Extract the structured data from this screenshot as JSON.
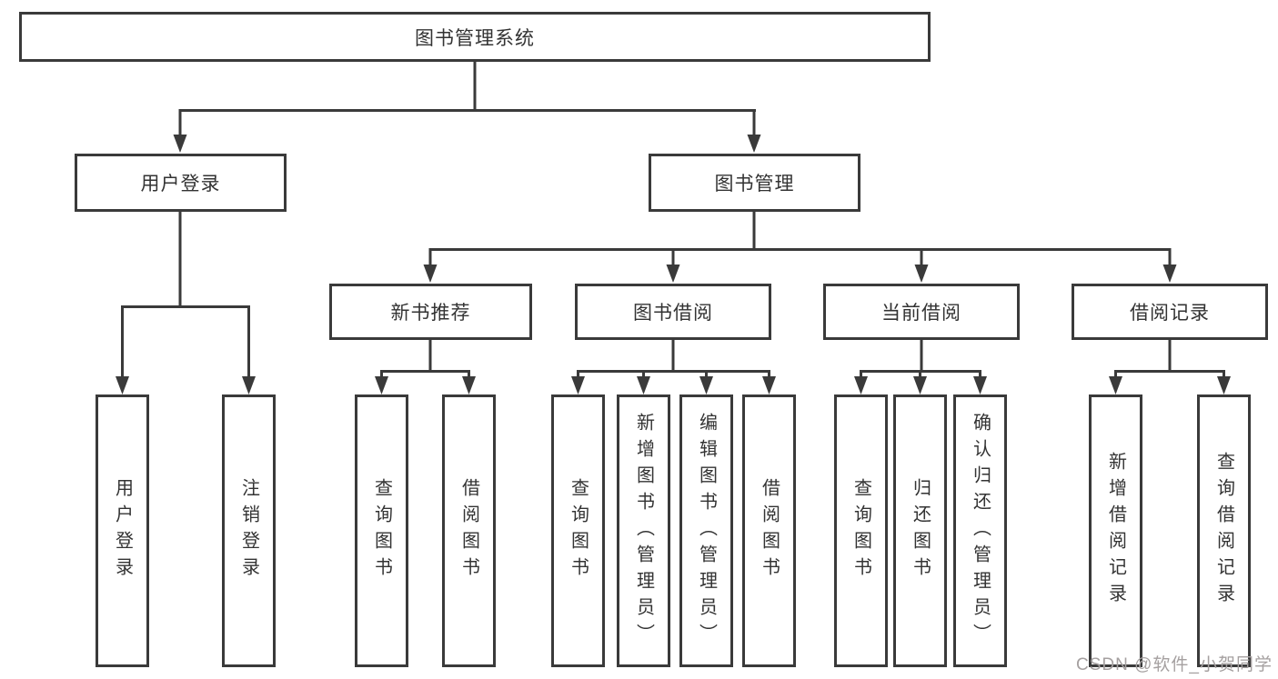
{
  "tree": {
    "label": "图书管理系统",
    "children": [
      {
        "label": "用户登录",
        "children": [
          {
            "label": "用户登录"
          },
          {
            "label": "注销登录"
          }
        ]
      },
      {
        "label": "图书管理",
        "children": [
          {
            "label": "新书推荐",
            "children": [
              {
                "label": "查询图书"
              },
              {
                "label": "借阅图书"
              }
            ]
          },
          {
            "label": "图书借阅",
            "children": [
              {
                "label": "查询图书"
              },
              {
                "label": "新增图书（管理员）"
              },
              {
                "label": "编辑图书（管理员）"
              },
              {
                "label": "借阅图书"
              }
            ]
          },
          {
            "label": "当前借阅",
            "children": [
              {
                "label": "查询图书"
              },
              {
                "label": "归还图书"
              },
              {
                "label": "确认归还（管理员）"
              }
            ]
          },
          {
            "label": "借阅记录",
            "children": [
              {
                "label": "新增借阅记录"
              },
              {
                "label": "查询借阅记录"
              }
            ]
          }
        ]
      }
    ]
  },
  "watermark": {
    "text": "CSDN @软件_小贺同学"
  },
  "colors": {
    "line": "#3a3a3a",
    "text": "#333333",
    "background": "#ffffff",
    "watermark": "#a5a0a0"
  }
}
